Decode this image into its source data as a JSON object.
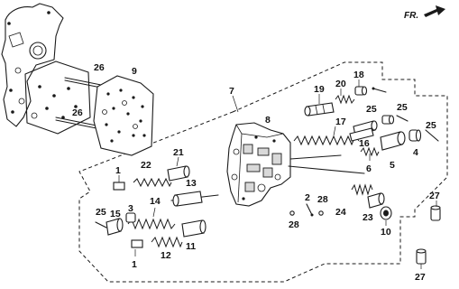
{
  "direction_label": "FR.",
  "callouts": {
    "c1a": "1",
    "c1b": "1",
    "c2": "2",
    "c3": "3",
    "c4": "4",
    "c5": "5",
    "c6": "6",
    "c7": "7",
    "c8": "8",
    "c9": "9",
    "c10": "10",
    "c11": "11",
    "c12": "12",
    "c13": "13",
    "c14": "14",
    "c15": "15",
    "c16": "16",
    "c17": "17",
    "c18": "18",
    "c19": "19",
    "c20": "20",
    "c21": "21",
    "c22": "22",
    "c23": "23",
    "c24": "24",
    "c25a": "25",
    "c25b": "25",
    "c25c": "25",
    "c25d": "25",
    "c26a": "26",
    "c26b": "26",
    "c27a": "27",
    "c27b": "27",
    "c28a": "28",
    "c28b": "28"
  }
}
